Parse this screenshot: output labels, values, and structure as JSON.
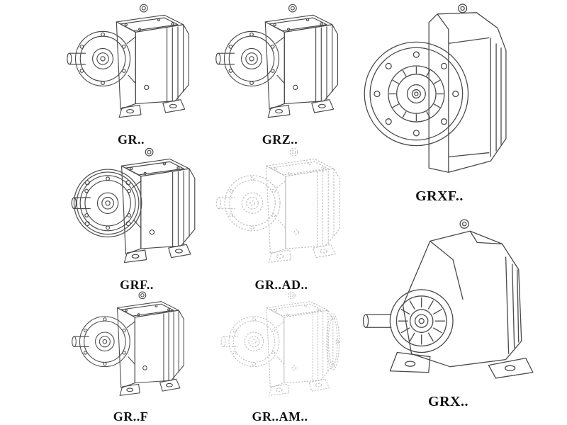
{
  "grid": {
    "items": [
      {
        "label": "GR.."
      },
      {
        "label": "GRZ.."
      },
      {
        "label": "GRXF.."
      },
      {
        "label": "GRF.."
      },
      {
        "label": "GR..AD.."
      },
      {
        "label": "GR..F"
      },
      {
        "label": "GR..AM.."
      },
      {
        "label": "GRX.."
      }
    ]
  },
  "colors": {
    "line": "#4a4a4a",
    "ghost_line": "#bdbdbd",
    "background": "#ffffff",
    "label_text": "#111111"
  }
}
